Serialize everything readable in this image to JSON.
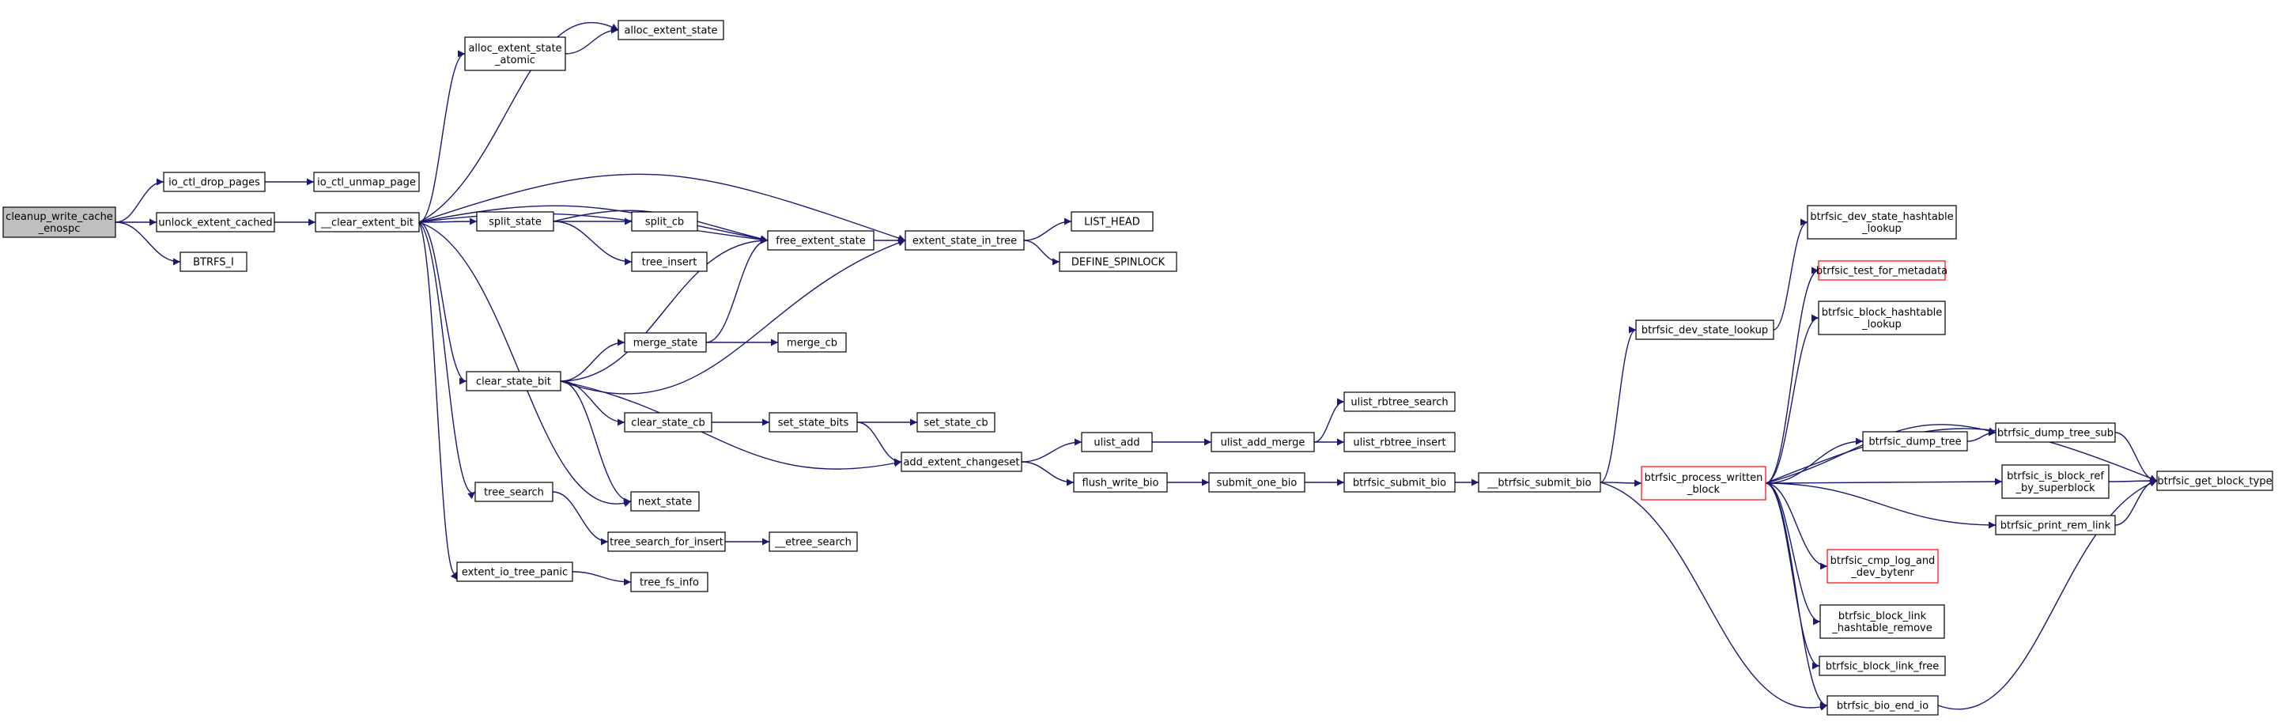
{
  "colors": {
    "edge": "#191970",
    "node_border": "#000000",
    "truncated_border": "#ff0000",
    "root_fill": "#bfbfbf"
  },
  "nodes": [
    {
      "id": "cleanup",
      "lines": [
        "cleanup_write_cache",
        "_enospc"
      ],
      "kind": "root"
    },
    {
      "id": "io_ctl_drop_pages",
      "lines": [
        "io_ctl_drop_pages"
      ]
    },
    {
      "id": "unlock_extent_cached",
      "lines": [
        "unlock_extent_cached"
      ]
    },
    {
      "id": "BTRFS_I",
      "lines": [
        "BTRFS_I"
      ]
    },
    {
      "id": "io_ctl_unmap_page",
      "lines": [
        "io_ctl_unmap_page"
      ]
    },
    {
      "id": "clear_extent_bit",
      "lines": [
        "__clear_extent_bit"
      ]
    },
    {
      "id": "alloc_extent_state_atomic",
      "lines": [
        "alloc_extent_state",
        "_atomic"
      ]
    },
    {
      "id": "alloc_extent_state",
      "lines": [
        "alloc_extent_state"
      ]
    },
    {
      "id": "split_state",
      "lines": [
        "split_state"
      ]
    },
    {
      "id": "split_cb",
      "lines": [
        "split_cb"
      ]
    },
    {
      "id": "tree_insert",
      "lines": [
        "tree_insert"
      ]
    },
    {
      "id": "free_extent_state",
      "lines": [
        "free_extent_state"
      ]
    },
    {
      "id": "extent_state_in_tree",
      "lines": [
        "extent_state_in_tree"
      ]
    },
    {
      "id": "LIST_HEAD",
      "lines": [
        "LIST_HEAD"
      ]
    },
    {
      "id": "DEFINE_SPINLOCK",
      "lines": [
        "DEFINE_SPINLOCK"
      ]
    },
    {
      "id": "merge_state",
      "lines": [
        "merge_state"
      ]
    },
    {
      "id": "merge_cb",
      "lines": [
        "merge_cb"
      ]
    },
    {
      "id": "clear_state_bit",
      "lines": [
        "clear_state_bit"
      ]
    },
    {
      "id": "clear_state_cb",
      "lines": [
        "clear_state_cb"
      ]
    },
    {
      "id": "set_state_bits",
      "lines": [
        "set_state_bits"
      ]
    },
    {
      "id": "set_state_cb",
      "lines": [
        "set_state_cb"
      ]
    },
    {
      "id": "add_extent_changeset",
      "lines": [
        "add_extent_changeset"
      ]
    },
    {
      "id": "next_state",
      "lines": [
        "next_state"
      ]
    },
    {
      "id": "tree_search",
      "lines": [
        "tree_search"
      ]
    },
    {
      "id": "tree_search_for_insert",
      "lines": [
        "tree_search_for_insert"
      ]
    },
    {
      "id": "etree_search",
      "lines": [
        "__etree_search"
      ]
    },
    {
      "id": "extent_io_tree_panic",
      "lines": [
        "extent_io_tree_panic"
      ]
    },
    {
      "id": "tree_fs_info",
      "lines": [
        "tree_fs_info"
      ]
    },
    {
      "id": "ulist_add",
      "lines": [
        "ulist_add"
      ]
    },
    {
      "id": "ulist_add_merge",
      "lines": [
        "ulist_add_merge"
      ]
    },
    {
      "id": "ulist_rbtree_search",
      "lines": [
        "ulist_rbtree_search"
      ]
    },
    {
      "id": "ulist_rbtree_insert",
      "lines": [
        "ulist_rbtree_insert"
      ]
    },
    {
      "id": "flush_write_bio",
      "lines": [
        "flush_write_bio"
      ]
    },
    {
      "id": "submit_one_bio",
      "lines": [
        "submit_one_bio"
      ]
    },
    {
      "id": "btrfsic_submit_bio",
      "lines": [
        "btrfsic_submit_bio"
      ]
    },
    {
      "id": "btrfsic_submit_bio2",
      "lines": [
        "__btrfsic_submit_bio"
      ]
    },
    {
      "id": "btrfsic_dev_state_lookup",
      "lines": [
        "btrfsic_dev_state_lookup"
      ]
    },
    {
      "id": "btrfsic_process_written_block",
      "lines": [
        "btrfsic_process_written",
        "_block"
      ],
      "kind": "truncated"
    },
    {
      "id": "btrfsic_dev_state_hashtable_lookup",
      "lines": [
        "btrfsic_dev_state_hashtable",
        "_lookup"
      ]
    },
    {
      "id": "btrfsic_test_for_metadata",
      "lines": [
        "btrfsic_test_for_metadata"
      ],
      "kind": "truncated"
    },
    {
      "id": "btrfsic_block_hashtable_lookup",
      "lines": [
        "btrfsic_block_hashtable",
        "_lookup"
      ]
    },
    {
      "id": "btrfsic_dump_tree",
      "lines": [
        "btrfsic_dump_tree"
      ]
    },
    {
      "id": "btrfsic_dump_tree_sub",
      "lines": [
        "btrfsic_dump_tree_sub"
      ]
    },
    {
      "id": "btrfsic_is_block_ref_by_superblock",
      "lines": [
        "btrfsic_is_block_ref",
        "_by_superblock"
      ]
    },
    {
      "id": "btrfsic_print_rem_link",
      "lines": [
        "btrfsic_print_rem_link"
      ]
    },
    {
      "id": "btrfsic_get_block_type",
      "lines": [
        "btrfsic_get_block_type"
      ]
    },
    {
      "id": "btrfsic_cmp_log_and_dev_bytenr",
      "lines": [
        "btrfsic_cmp_log_and",
        "_dev_bytenr"
      ],
      "kind": "truncated"
    },
    {
      "id": "btrfsic_block_link_hashtable_remove",
      "lines": [
        "btrfsic_block_link",
        "_hashtable_remove"
      ]
    },
    {
      "id": "btrfsic_block_link_free",
      "lines": [
        "btrfsic_block_link_free"
      ]
    },
    {
      "id": "btrfsic_bio_end_io",
      "lines": [
        "btrfsic_bio_end_io"
      ]
    }
  ],
  "edges": [
    [
      "cleanup",
      "io_ctl_drop_pages"
    ],
    [
      "cleanup",
      "unlock_extent_cached"
    ],
    [
      "cleanup",
      "BTRFS_I"
    ],
    [
      "io_ctl_drop_pages",
      "io_ctl_unmap_page"
    ],
    [
      "unlock_extent_cached",
      "clear_extent_bit"
    ],
    [
      "clear_extent_bit",
      "alloc_extent_state_atomic"
    ],
    [
      "clear_extent_bit",
      "alloc_extent_state"
    ],
    [
      "alloc_extent_state_atomic",
      "alloc_extent_state"
    ],
    [
      "clear_extent_bit",
      "extent_state_in_tree"
    ],
    [
      "clear_extent_bit",
      "free_extent_state"
    ],
    [
      "clear_extent_bit",
      "free_extent_state"
    ],
    [
      "clear_extent_bit",
      "split_state"
    ],
    [
      "clear_extent_bit",
      "clear_state_bit"
    ],
    [
      "clear_extent_bit",
      "next_state"
    ],
    [
      "clear_extent_bit",
      "tree_search"
    ],
    [
      "clear_extent_bit",
      "extent_io_tree_panic"
    ],
    [
      "split_state",
      "free_extent_state"
    ],
    [
      "split_state",
      "split_cb"
    ],
    [
      "split_state",
      "tree_insert"
    ],
    [
      "free_extent_state",
      "extent_state_in_tree"
    ],
    [
      "extent_state_in_tree",
      "LIST_HEAD"
    ],
    [
      "extent_state_in_tree",
      "DEFINE_SPINLOCK"
    ],
    [
      "clear_state_bit",
      "free_extent_state"
    ],
    [
      "clear_state_bit",
      "merge_state"
    ],
    [
      "clear_state_bit",
      "extent_state_in_tree"
    ],
    [
      "clear_state_bit",
      "clear_state_cb"
    ],
    [
      "clear_state_bit",
      "add_extent_changeset"
    ],
    [
      "clear_state_bit",
      "next_state"
    ],
    [
      "merge_state",
      "free_extent_state"
    ],
    [
      "merge_state",
      "merge_cb"
    ],
    [
      "clear_state_cb",
      "set_state_bits"
    ],
    [
      "set_state_bits",
      "set_state_cb"
    ],
    [
      "set_state_bits",
      "add_extent_changeset"
    ],
    [
      "add_extent_changeset",
      "ulist_add"
    ],
    [
      "add_extent_changeset",
      "flush_write_bio"
    ],
    [
      "ulist_add",
      "ulist_add_merge"
    ],
    [
      "ulist_add_merge",
      "ulist_rbtree_search"
    ],
    [
      "ulist_add_merge",
      "ulist_rbtree_insert"
    ],
    [
      "tree_search",
      "tree_search_for_insert"
    ],
    [
      "tree_search_for_insert",
      "etree_search"
    ],
    [
      "extent_io_tree_panic",
      "tree_fs_info"
    ],
    [
      "flush_write_bio",
      "submit_one_bio"
    ],
    [
      "submit_one_bio",
      "btrfsic_submit_bio"
    ],
    [
      "btrfsic_submit_bio",
      "btrfsic_submit_bio2"
    ],
    [
      "btrfsic_submit_bio2",
      "btrfsic_dev_state_lookup"
    ],
    [
      "btrfsic_submit_bio2",
      "btrfsic_process_written_block"
    ],
    [
      "btrfsic_submit_bio2",
      "btrfsic_bio_end_io"
    ],
    [
      "btrfsic_dev_state_lookup",
      "btrfsic_dev_state_hashtable_lookup"
    ],
    [
      "btrfsic_process_written_block",
      "btrfsic_test_for_metadata"
    ],
    [
      "btrfsic_process_written_block",
      "btrfsic_block_hashtable_lookup"
    ],
    [
      "btrfsic_process_written_block",
      "btrfsic_get_block_type"
    ],
    [
      "btrfsic_process_written_block",
      "btrfsic_dump_tree_sub"
    ],
    [
      "btrfsic_process_written_block",
      "btrfsic_dump_tree"
    ],
    [
      "btrfsic_process_written_block",
      "btrfsic_is_block_ref_by_superblock"
    ],
    [
      "btrfsic_process_written_block",
      "btrfsic_print_rem_link"
    ],
    [
      "btrfsic_process_written_block",
      "btrfsic_cmp_log_and_dev_bytenr"
    ],
    [
      "btrfsic_process_written_block",
      "btrfsic_block_link_hashtable_remove"
    ],
    [
      "btrfsic_process_written_block",
      "btrfsic_block_link_free"
    ],
    [
      "btrfsic_process_written_block",
      "btrfsic_bio_end_io"
    ],
    [
      "btrfsic_dump_tree",
      "btrfsic_dump_tree_sub"
    ],
    [
      "btrfsic_dump_tree_sub",
      "btrfsic_get_block_type"
    ],
    [
      "btrfsic_is_block_ref_by_superblock",
      "btrfsic_get_block_type"
    ],
    [
      "btrfsic_print_rem_link",
      "btrfsic_get_block_type"
    ],
    [
      "btrfsic_bio_end_io",
      "btrfsic_get_block_type"
    ]
  ]
}
